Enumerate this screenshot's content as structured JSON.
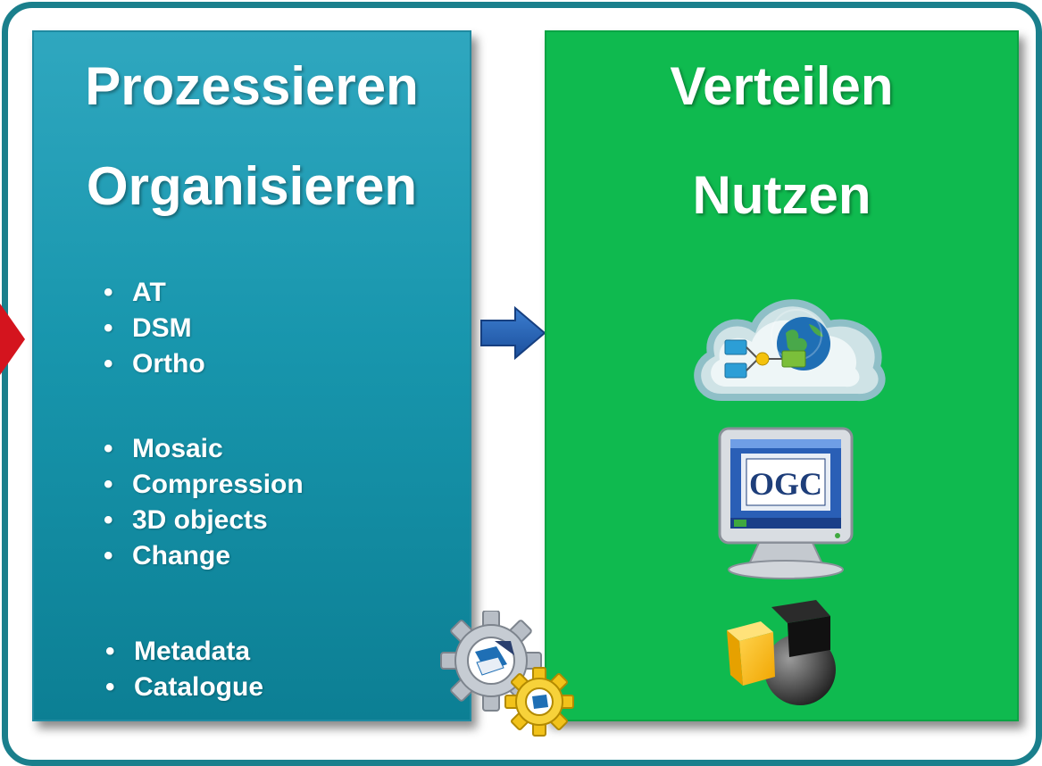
{
  "left_panel": {
    "heading_1": "Prozessieren",
    "heading_2": "Organisieren",
    "group_1": [
      "AT",
      "DSM",
      "Ortho"
    ],
    "group_2": [
      "Mosaic",
      "Compression",
      "3D objects",
      "Change"
    ],
    "group_3": [
      "Metadata",
      "Catalogue"
    ],
    "color": "#1896ad"
  },
  "right_panel": {
    "heading_1": "Verteilen",
    "heading_2": "Nutzen",
    "color": "#0fba4f",
    "monitor_screen_text": "OGC",
    "icons": [
      "cloud-globe-network-icon",
      "ogc-monitor-icon",
      "3d-shapes-icon"
    ]
  },
  "connectors": {
    "arrow_icon": "blue-right-arrow-icon",
    "gear_icon": "gears-icon",
    "frame_color": "#1a7f8c",
    "edge_arrow_color": "#d4141e"
  }
}
